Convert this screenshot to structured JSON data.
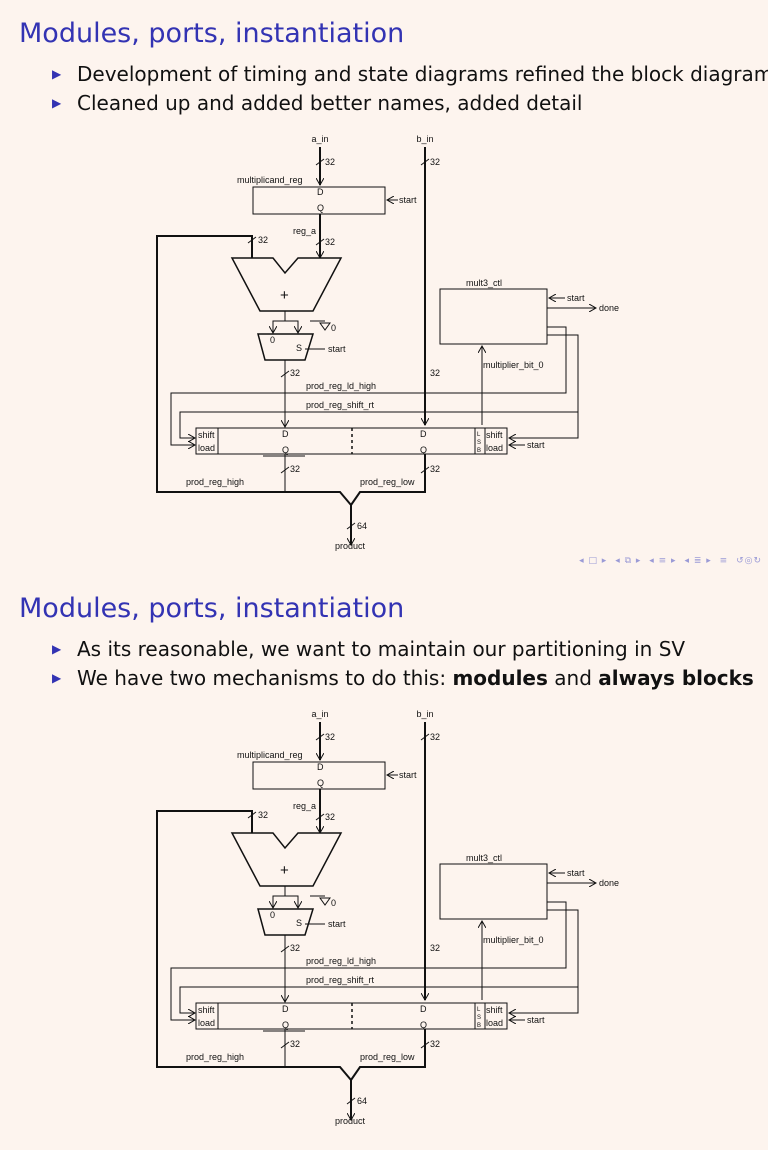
{
  "slides": [
    {
      "title": "Modules, ports, instantiation",
      "bullets": [
        {
          "text": "Development of timing and state diagrams refined the block diagram"
        },
        {
          "text": "Cleaned up and added better names, added detail"
        }
      ]
    },
    {
      "title": "Modules, ports, instantiation",
      "bullets": [
        {
          "pre": "As its reasonable, we want to maintain our partitioning in SV",
          "bold1": "",
          "mid": "",
          "bold2": ""
        },
        {
          "pre": "We have two mechanisms to do this: ",
          "bold1": "modules",
          "mid": " and ",
          "bold2": "always blocks"
        }
      ]
    }
  ],
  "diagram": {
    "a_in": "a_in",
    "b_in": "b_in",
    "w32": "32",
    "w64": "64",
    "multiplicand_reg": "multiplicand_reg",
    "D": "D",
    "Q": "Q",
    "start": "start",
    "reg_a": "reg_a",
    "plus": "+",
    "mult3_ctl": "mult3_ctl",
    "done": "done",
    "zero": "0",
    "S": "S",
    "multiplier_bit_0": "multiplier_bit_0",
    "prod_reg_ld_high": "prod_reg_ld_high",
    "prod_reg_shift_rt": "prod_reg_shift_rt",
    "shift": "shift",
    "load": "load",
    "lsb_l": "L",
    "lsb_s": "S",
    "lsb_b": "B",
    "prod_reg_high": "prod_reg_high",
    "prod_reg_low": "prod_reg_low",
    "product": "product"
  },
  "nav_icons": [
    "nav-left-arrow",
    "nav-frame",
    "nav-right-arrow",
    "nav-subsection",
    "nav-section",
    "nav-align",
    "nav-search"
  ]
}
